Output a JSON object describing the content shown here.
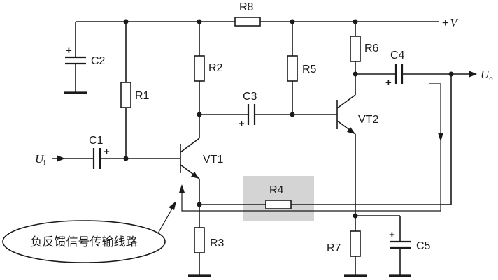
{
  "labels": {
    "r1": "R1",
    "r2": "R2",
    "r3": "R3",
    "r4": "R4",
    "r5": "R5",
    "r6": "R6",
    "r7": "R7",
    "r8": "R8",
    "c1": "C1",
    "c2": "C2",
    "c3": "C3",
    "c4": "C4",
    "c5": "C5",
    "vt1": "VT1",
    "vt2": "VT2"
  },
  "supply": {
    "prefix": "+",
    "symbol": "V"
  },
  "input": {
    "symbol": "U",
    "subscript": "i"
  },
  "output": {
    "symbol": "U",
    "subscript": "o"
  },
  "polarity": "+",
  "callout": "负反馈信号传输线路",
  "colors": {
    "highlight": "#d4d4d4",
    "ink": "#1a1a1a"
  }
}
